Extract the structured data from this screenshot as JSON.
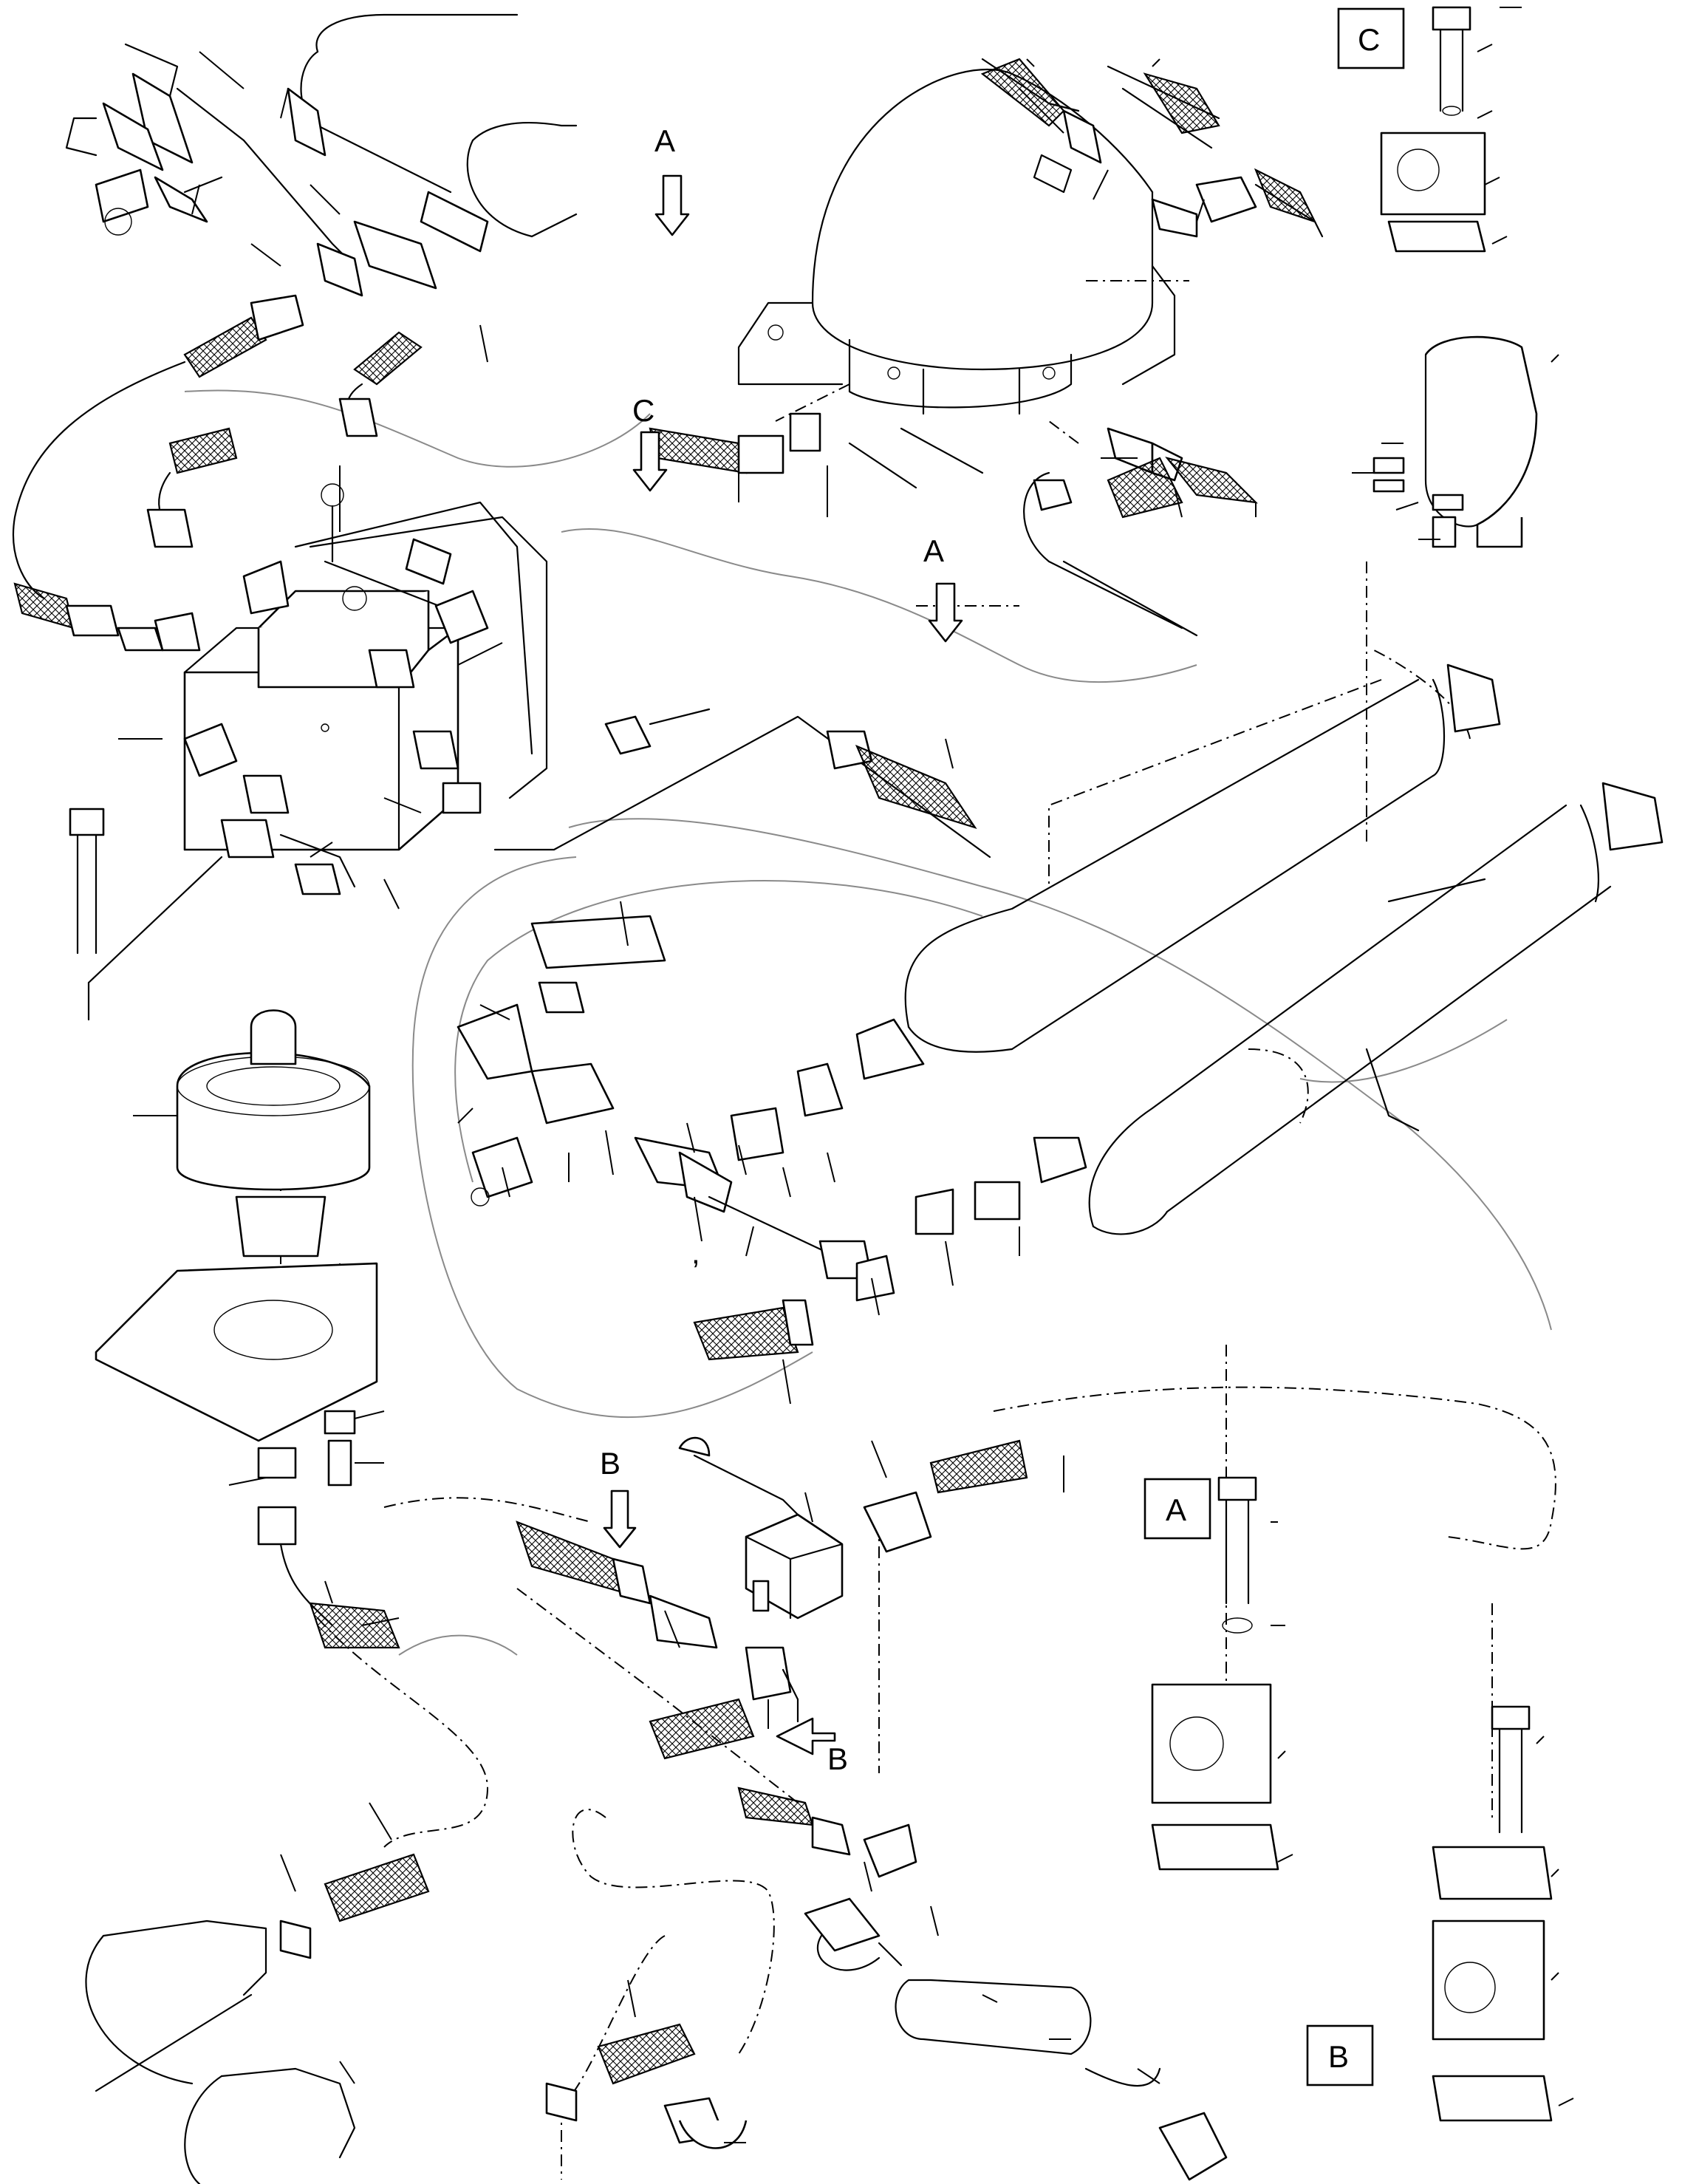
{
  "view_labels": {
    "a_top": "A",
    "a_mid": "A",
    "b_left": "B",
    "b_right": "B",
    "c_arrow": "C",
    "box_a": "A",
    "box_b": "B",
    "box_c": "C",
    "stray_mark": ","
  }
}
